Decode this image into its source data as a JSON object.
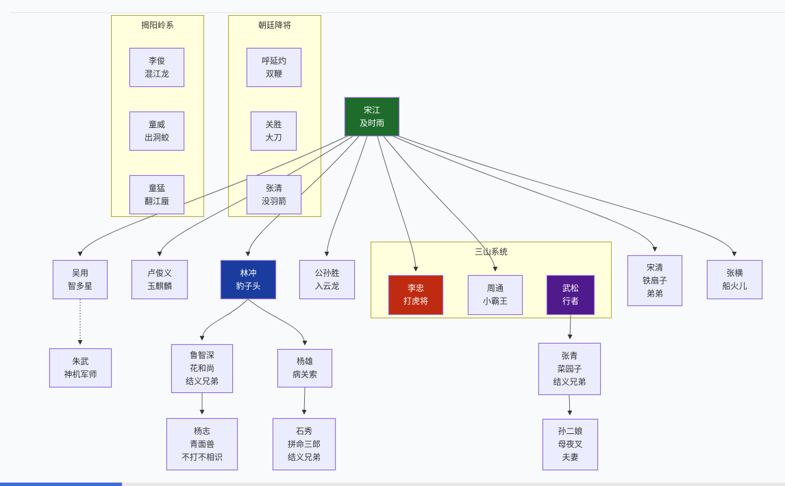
{
  "palette": {
    "background": "#f9fafb",
    "container_fill": "#ffffde",
    "container_border": "#aaaa33",
    "node_fill": "#ececff",
    "node_border": "#9370db",
    "edge_color": "#636363",
    "song_jiang_green": "#1f6b2c",
    "lin_chong_blue": "#1a3c9e",
    "li_zhong_red": "#bf2b10",
    "wu_song_purple": "#4f1a8c",
    "scrollbar_thumb_blue": "#3f6ad8"
  },
  "groups": {
    "jieyang": {
      "title": "揭阳岭系"
    },
    "chaoting": {
      "title": "朝廷降将"
    },
    "sanshan": {
      "title": "三山系统"
    }
  },
  "nodes": {
    "lijun": {
      "name": "李俊",
      "nick": "混江龙"
    },
    "tongwei": {
      "name": "童威",
      "nick": "出洞蛟"
    },
    "tongmeng": {
      "name": "童猛",
      "nick": "翻江蜃"
    },
    "huyanzhuo": {
      "name": "呼延灼",
      "nick": "双鞭"
    },
    "guansheng": {
      "name": "关胜",
      "nick": "大刀"
    },
    "zhangqing_shi": {
      "name": "张清",
      "nick": "没羽箭"
    },
    "songjiang": {
      "name": "宋江",
      "nick": "及时雨"
    },
    "wuyong": {
      "name": "吴用",
      "nick": "智多星"
    },
    "lujunyi": {
      "name": "卢俊义",
      "nick": "玉麒麟"
    },
    "linchong": {
      "name": "林冲",
      "nick": "豹子头"
    },
    "gongsunsheng": {
      "name": "公孙胜",
      "nick": "入云龙"
    },
    "lizhong": {
      "name": "李忠",
      "nick": "打虎将"
    },
    "zhoutong": {
      "name": "周通",
      "nick": "小霸王"
    },
    "wusong": {
      "name": "武松",
      "nick": "行者"
    },
    "songqing": {
      "name": "宋清",
      "nick": "铁扇子",
      "note": "弟弟"
    },
    "zhangheng": {
      "name": "张横",
      "nick": "船火儿"
    },
    "zhuwu": {
      "name": "朱武",
      "nick": "神机军师"
    },
    "luzhishen": {
      "name": "鲁智深",
      "nick": "花和尚",
      "note": "结义兄弟"
    },
    "yangxiong": {
      "name": "杨雄",
      "nick": "病关索"
    },
    "zhangqing_cai": {
      "name": "张青",
      "nick": "菜园子",
      "note": "结义兄弟"
    },
    "yangzhi": {
      "name": "杨志",
      "nick": "青面兽",
      "note": "不打不相识"
    },
    "shixiu": {
      "name": "石秀",
      "nick": "拼命三郎",
      "note": "结义兄弟"
    },
    "sunerniang": {
      "name": "孙二娘",
      "nick": "母夜叉",
      "note": "夫妻"
    }
  },
  "edges": [
    {
      "from": "宋江",
      "to": "吴用",
      "style": "solid"
    },
    {
      "from": "宋江",
      "to": "卢俊义",
      "style": "solid"
    },
    {
      "from": "宋江",
      "to": "林冲",
      "style": "solid"
    },
    {
      "from": "宋江",
      "to": "公孙胜",
      "style": "solid"
    },
    {
      "from": "宋江",
      "to": "李忠",
      "style": "solid"
    },
    {
      "from": "宋江",
      "to": "周通",
      "style": "solid"
    },
    {
      "from": "宋江",
      "to": "宋清",
      "style": "solid"
    },
    {
      "from": "宋江",
      "to": "张横",
      "style": "solid"
    },
    {
      "from": "吴用",
      "to": "朱武",
      "style": "dotted"
    },
    {
      "from": "林冲",
      "to": "鲁智深",
      "style": "solid"
    },
    {
      "from": "林冲",
      "to": "杨雄",
      "style": "solid"
    },
    {
      "from": "鲁智深",
      "to": "杨志",
      "style": "solid"
    },
    {
      "from": "杨雄",
      "to": "石秀",
      "style": "solid"
    },
    {
      "from": "武松",
      "to": "张青",
      "style": "solid"
    },
    {
      "from": "张青",
      "to": "孙二娘",
      "style": "solid"
    }
  ]
}
